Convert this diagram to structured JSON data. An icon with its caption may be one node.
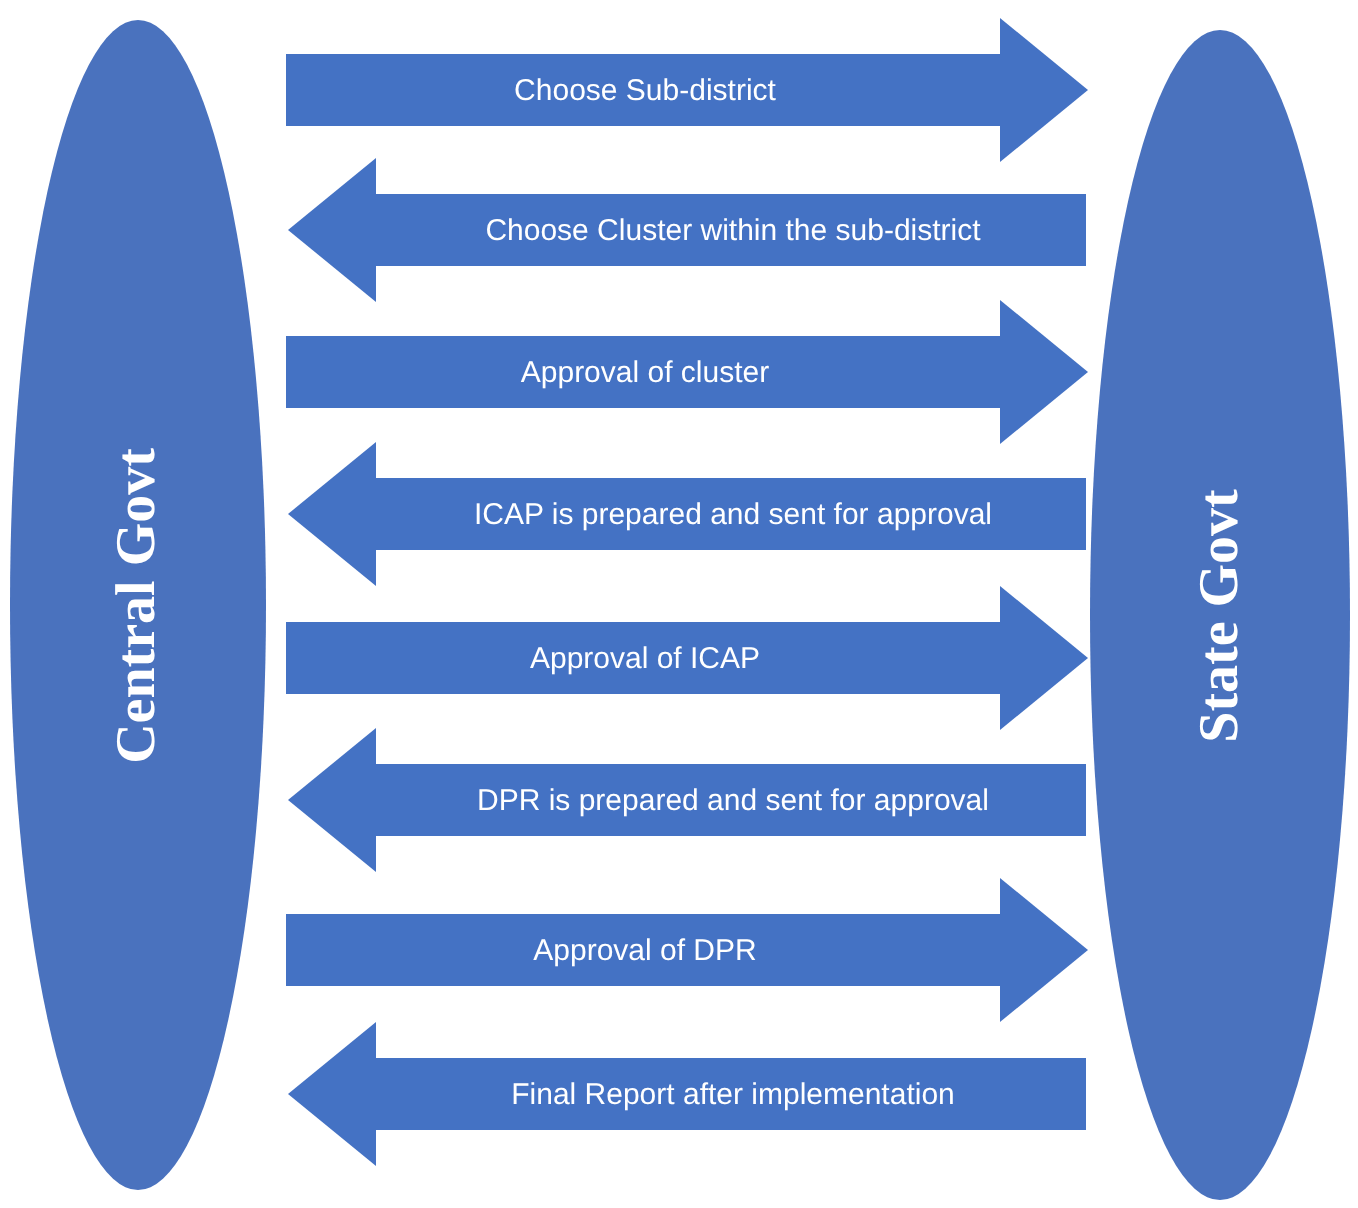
{
  "diagram": {
    "nodes": [
      {
        "text": [
          "Central Govt"
        ]
      },
      {
        "text": [
          "State Govt"
        ]
      }
    ],
    "edges": [
      {
        "from": 0,
        "to": 1,
        "arrow": "to",
        "label": "Choose Sub-district"
      },
      {
        "from": 1,
        "to": 0,
        "arrow": "to",
        "label": "Choose Cluster within the sub-district"
      },
      {
        "from": 0,
        "to": 1,
        "arrow": "to",
        "label": "Approval of cluster"
      },
      {
        "from": 1,
        "to": 0,
        "arrow": "to",
        "label": "ICAP is prepared and sent for approval"
      },
      {
        "from": 0,
        "to": 1,
        "arrow": "to",
        "label": "Approval of ICAP"
      },
      {
        "from": 1,
        "to": 0,
        "arrow": "to",
        "label": "DPR is prepared and sent for approval"
      },
      {
        "from": 0,
        "to": 1,
        "arrow": "to",
        "label": "Approval of DPR"
      },
      {
        "from": 1,
        "to": 0,
        "arrow": "to",
        "label": "Final Report after implementation"
      }
    ]
  }
}
